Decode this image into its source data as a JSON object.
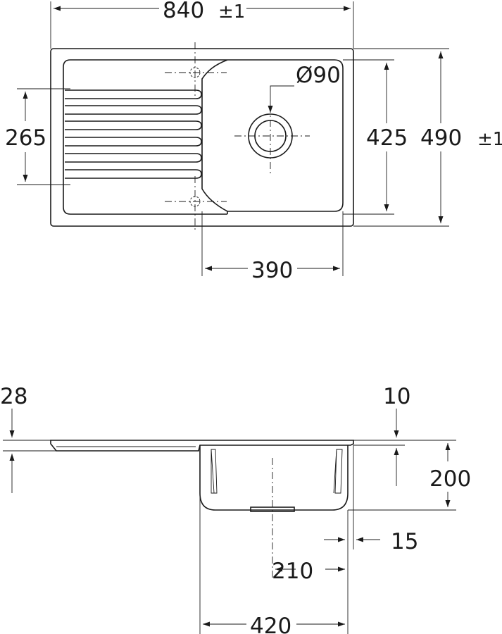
{
  "top_view": {
    "width_label": "840",
    "width_tol": "±1",
    "height_label": "490",
    "height_tol": "±1",
    "bowl_height_label": "425",
    "drainer_height_label": "265",
    "drain_diameter_label": "Ø90",
    "bowl_width_label": "390"
  },
  "side_view": {
    "rim_label": "28",
    "lip_label": "10",
    "depth_label": "200",
    "wall_label": "15",
    "drain_offset_label": "210",
    "bowl_width_label": "420"
  }
}
